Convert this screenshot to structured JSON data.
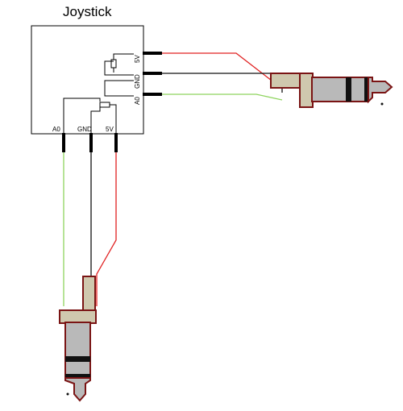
{
  "title": "Joystick",
  "right_header": {
    "pins": [
      "5V",
      "GND",
      "A0"
    ]
  },
  "bottom_header": {
    "pins": [
      "A0",
      "GND",
      "5V"
    ]
  },
  "colors": {
    "wire_5v": "#e02020",
    "wire_gnd": "#111111",
    "wire_signal": "#8fd45f",
    "plug_sleeve_fill": "#cfc8ae",
    "plug_outline": "#7a1414",
    "plug_metal": "#b9b9b9",
    "plug_band": "#111111"
  }
}
